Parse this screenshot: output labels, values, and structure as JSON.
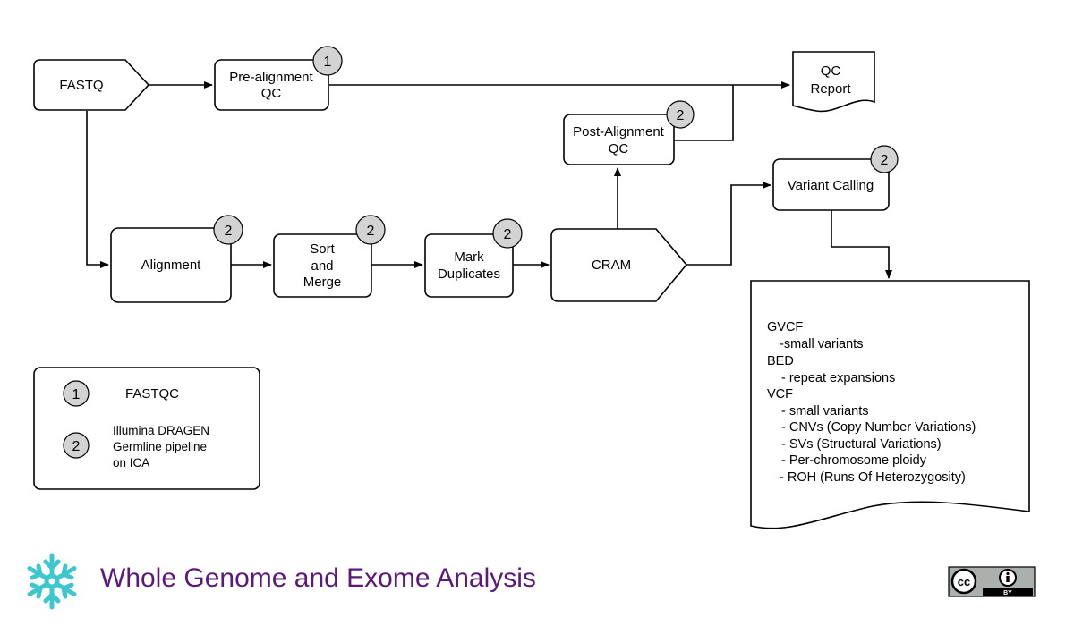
{
  "nodes": {
    "fastq": "FASTQ",
    "prealign": [
      "Pre-alignment",
      "QC"
    ],
    "qc_report": [
      "QC",
      "Report"
    ],
    "postalign": [
      "Post-Alignment",
      "QC"
    ],
    "variant_calling": "Variant Calling",
    "alignment": "Alignment",
    "sort_merge": [
      "Sort",
      "and",
      "Merge"
    ],
    "mark_dup": [
      "Mark",
      "Duplicates"
    ],
    "cram": "CRAM"
  },
  "badges": {
    "one": "1",
    "two": "2"
  },
  "outputs": [
    "GVCF",
    "-small variants",
    "BED",
    "- repeat expansions",
    "VCF",
    "- small variants",
    "- CNVs (Copy Number Variations)",
    "- SVs (Structural Variations)",
    "- Per-chromosome ploidy",
    "- ROH (Runs Of Heterozygosity)"
  ],
  "legend": {
    "one_label": "FASTQC",
    "two_label": [
      "Illumina DRAGEN",
      "Germline pipeline",
      "on ICA"
    ]
  },
  "footer": {
    "title": "Whole Genome and Exome Analysis",
    "license": {
      "cc": "cc",
      "by": "BY"
    }
  },
  "colors": {
    "title": "#5b1a7a",
    "logo": "#3ec6cf",
    "badge_fill": "#d3d3d3"
  }
}
